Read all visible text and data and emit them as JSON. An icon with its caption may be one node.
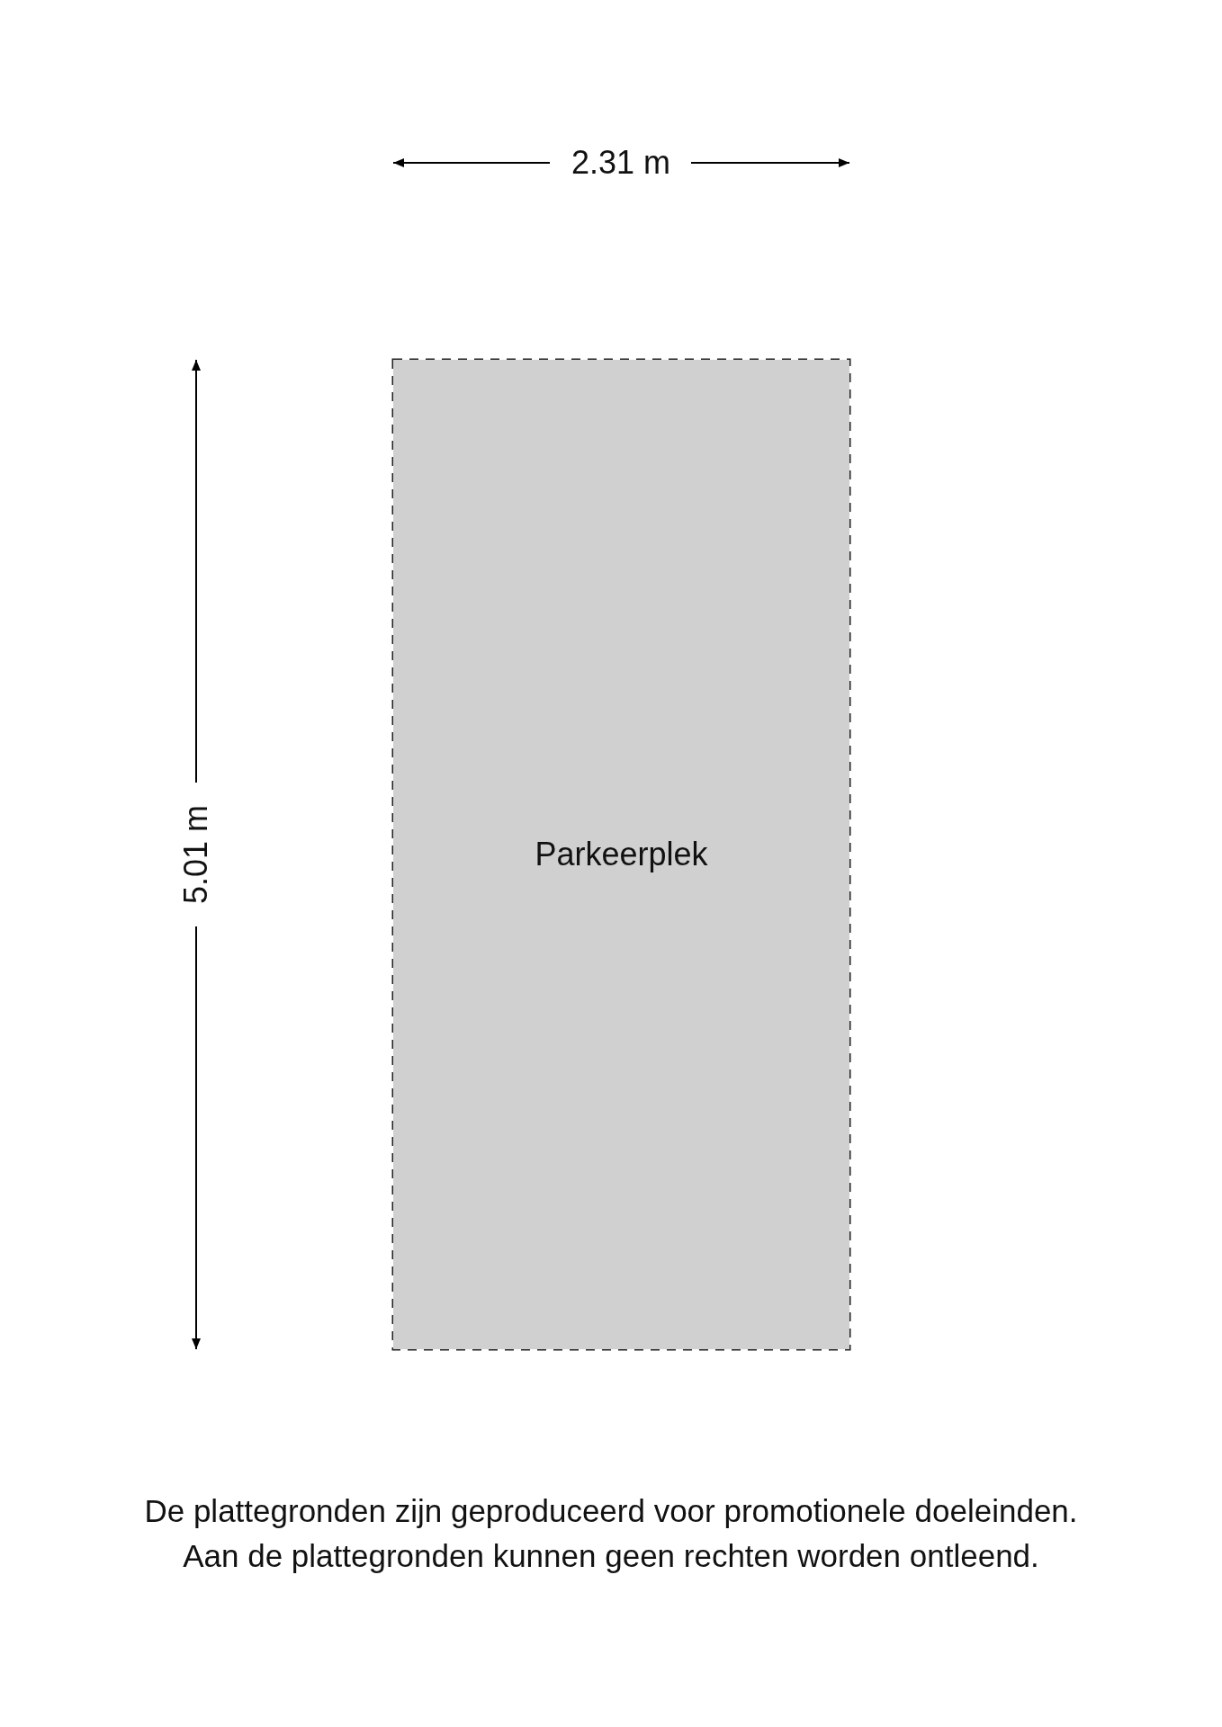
{
  "diagram": {
    "nodes": [
      {
        "text": [
          "Parkeerplek"
        ]
      }
    ],
    "labels": [
      "2.31 m",
      "5.01 m",
      "De plattegronden zijn geproduceerd voor promotionele doeleinden.",
      "Aan de plattegronden kunnen geen rechten worden ontleend."
    ]
  }
}
